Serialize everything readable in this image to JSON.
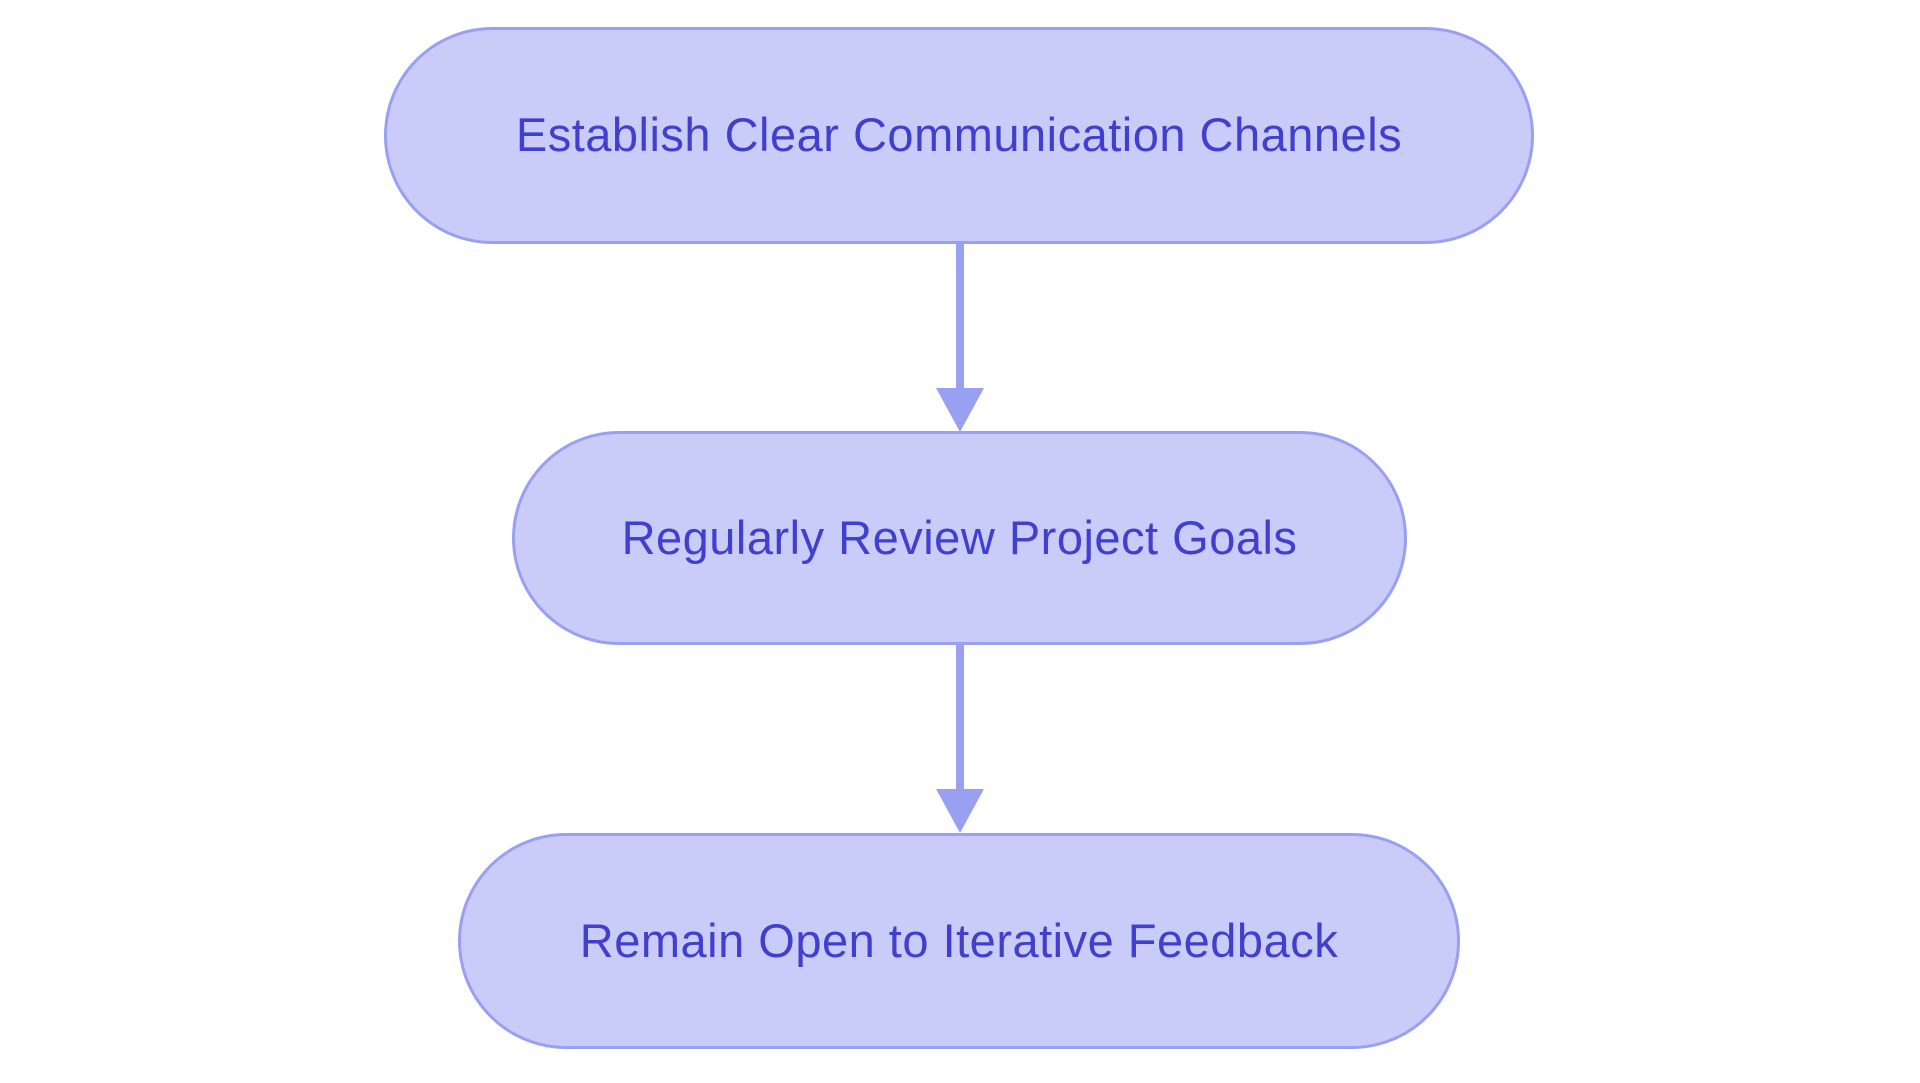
{
  "diagram": {
    "type": "flowchart",
    "direction": "top-down",
    "colors": {
      "background": "#ffffff",
      "node_fill": "#c9cbf8",
      "node_border": "#99a0f2",
      "node_text": "#413fce",
      "arrow": "#99a0f2"
    },
    "nodes": [
      {
        "id": "step-1",
        "label": "Establish Clear Communication Channels"
      },
      {
        "id": "step-2",
        "label": "Regularly Review Project Goals"
      },
      {
        "id": "step-3",
        "label": "Remain Open to Iterative Feedback"
      }
    ],
    "edges": [
      {
        "from": "step-1",
        "to": "step-2"
      },
      {
        "from": "step-2",
        "to": "step-3"
      }
    ]
  }
}
